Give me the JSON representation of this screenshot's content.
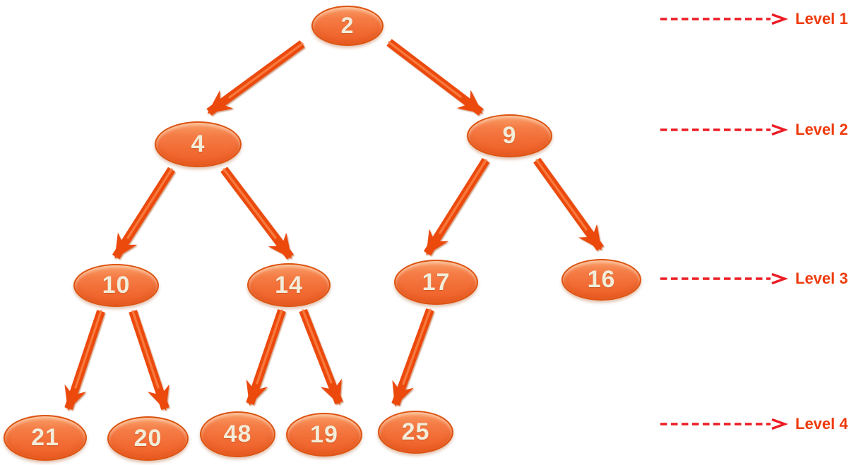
{
  "diagram": {
    "type": "binary-tree",
    "background": "#ffffff",
    "nodes": [
      {
        "id": "2",
        "label": "2",
        "level": 1,
        "parent": null
      },
      {
        "id": "4",
        "label": "4",
        "level": 2,
        "parent": "2"
      },
      {
        "id": "9",
        "label": "9",
        "level": 2,
        "parent": "2"
      },
      {
        "id": "10",
        "label": "10",
        "level": 3,
        "parent": "4"
      },
      {
        "id": "14",
        "label": "14",
        "level": 3,
        "parent": "4"
      },
      {
        "id": "17",
        "label": "17",
        "level": 3,
        "parent": "9"
      },
      {
        "id": "16",
        "label": "16",
        "level": 3,
        "parent": "9"
      },
      {
        "id": "21",
        "label": "21",
        "level": 4,
        "parent": "10"
      },
      {
        "id": "20",
        "label": "20",
        "level": 4,
        "parent": "10"
      },
      {
        "id": "48",
        "label": "48",
        "level": 4,
        "parent": "14"
      },
      {
        "id": "19",
        "label": "19",
        "level": 4,
        "parent": "14"
      },
      {
        "id": "25",
        "label": "25",
        "level": 4,
        "parent": "17"
      }
    ],
    "edges": [
      {
        "from": "2",
        "to": "4"
      },
      {
        "from": "2",
        "to": "9"
      },
      {
        "from": "4",
        "to": "10"
      },
      {
        "from": "4",
        "to": "14"
      },
      {
        "from": "9",
        "to": "17"
      },
      {
        "from": "9",
        "to": "16"
      },
      {
        "from": "10",
        "to": "21"
      },
      {
        "from": "10",
        "to": "20"
      },
      {
        "from": "14",
        "to": "48"
      },
      {
        "from": "14",
        "to": "19"
      },
      {
        "from": "17",
        "to": "25"
      }
    ],
    "levels": [
      {
        "label": "Level 1"
      },
      {
        "label": "Level 2"
      },
      {
        "label": "Level 3"
      },
      {
        "label": "Level 4"
      }
    ],
    "colors": {
      "node_fill": "#f26c35",
      "node_fill_top": "#f99d66",
      "node_border": "#dc5411",
      "node_text": "#f2edda",
      "edge_arrow": "#ec4a0e",
      "edge_ridge": "#fb8347",
      "level_dash": "#ec1c24",
      "level_text": "#ee3b0d"
    }
  }
}
